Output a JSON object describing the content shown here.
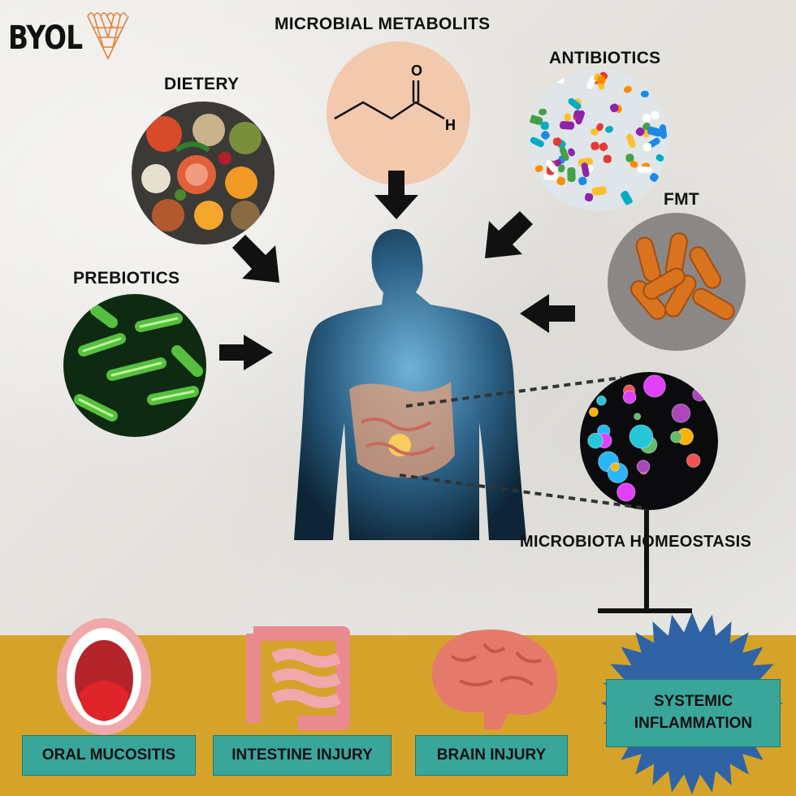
{
  "brand": {
    "name": "BYOL"
  },
  "sources": {
    "microbial_metabolits": "MICROBIAL METABOLITS",
    "dietery": "DIETERY",
    "antibiotics": "ANTIBIOTICS",
    "fmt": "FMT",
    "prebiotics": "PREBIOTICS"
  },
  "molecule": {
    "oxygen": "O",
    "hydrogen": "H"
  },
  "homeostasis_label": "MICROBIOTA HOMEOSTASIS",
  "outcomes": {
    "oral_mucositis": "ORAL MUCOSITIS",
    "intestine_injury": "INTESTINE INJURY",
    "brain_injury": "BRAIN INJURY",
    "systemic_inflammation_line1": "SYSTEMIC",
    "systemic_inflammation_line2": "INFLAMMATION"
  },
  "colors": {
    "band": "#d5a32a",
    "badge": "#3aa69a",
    "brand_accent": "#e0823a",
    "starburst": "#2f63a5"
  },
  "icons": [
    "logo-icon",
    "food-icon",
    "molecule-icon",
    "pills-icon",
    "capsules-icon",
    "bacteria-icon",
    "human-body-icon",
    "microbes-icon",
    "mouth-icon",
    "intestine-icon",
    "brain-icon",
    "starburst-icon",
    "arrow-icon",
    "inhibition-icon"
  ]
}
